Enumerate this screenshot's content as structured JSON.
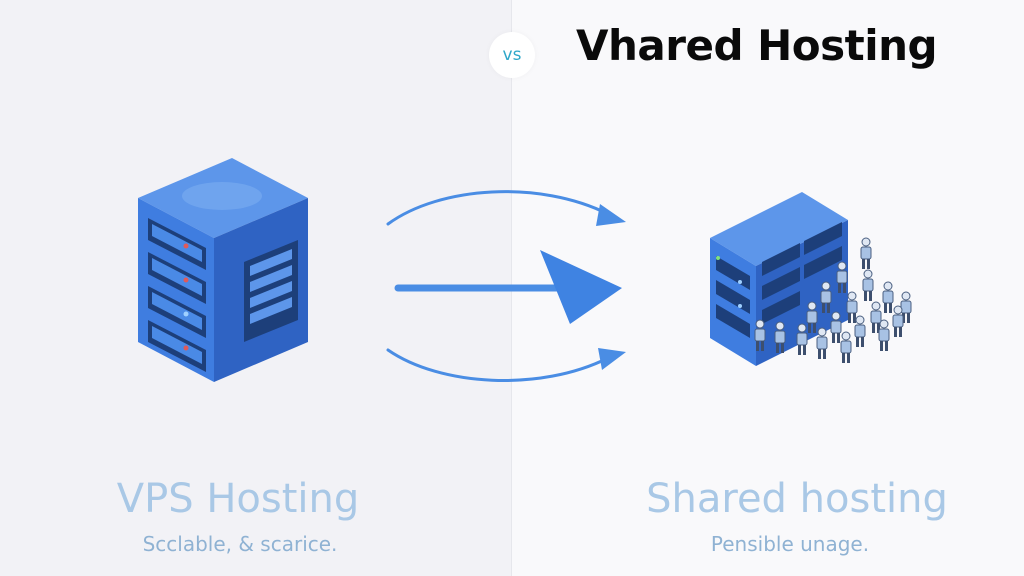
{
  "badge": {
    "label": "vs"
  },
  "headline": {
    "text": "Vhared Hosting"
  },
  "left": {
    "title": "VPS Hosting",
    "subtitle": "Scclable, & scarice."
  },
  "right": {
    "title": "Shared hosting",
    "subtitle": "Pensible unage."
  },
  "colors": {
    "server_front": "#3f7de0",
    "server_side": "#2f63c3",
    "server_top": "#5d96ea",
    "arrow": "#4a8de4",
    "label_text": "#a9c8e6",
    "people": "#a8c2e4"
  },
  "icons": [
    "vps-server-icon",
    "shared-server-icon",
    "arrow-icon",
    "people-icon"
  ]
}
